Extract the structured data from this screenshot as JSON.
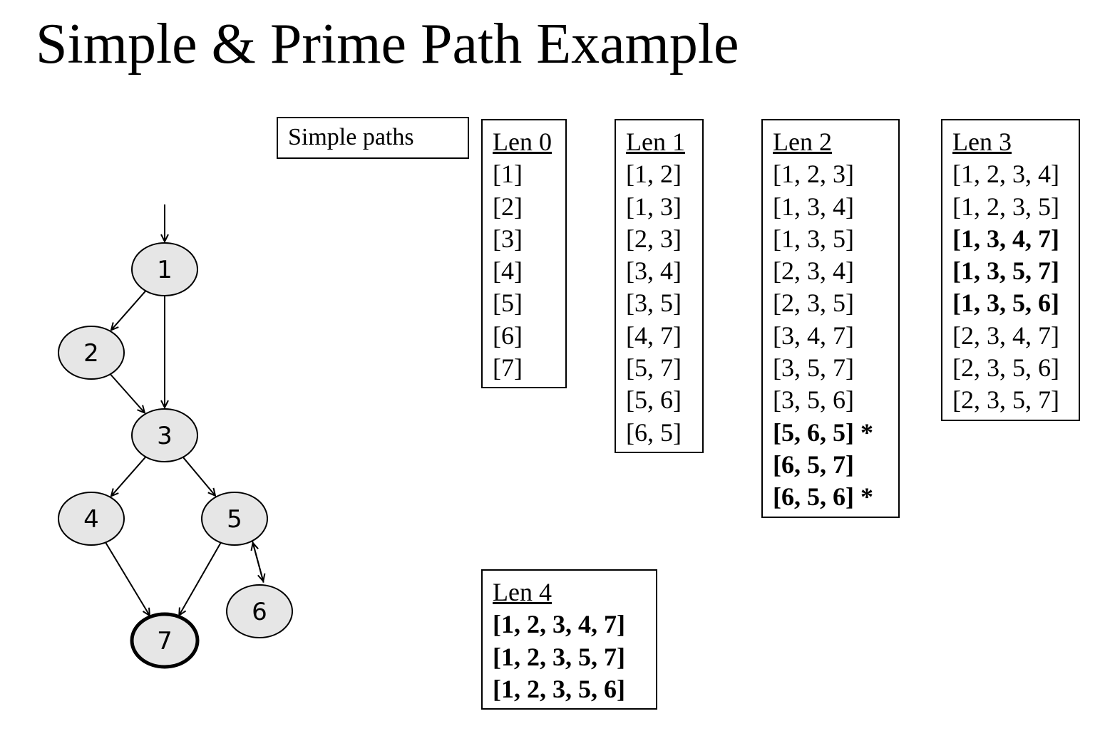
{
  "title": "Simple & Prime Path Example",
  "label": "Simple paths",
  "graph": {
    "nodes": [
      {
        "id": "1",
        "label": "1",
        "final": false
      },
      {
        "id": "2",
        "label": "2",
        "final": false
      },
      {
        "id": "3",
        "label": "3",
        "final": false
      },
      {
        "id": "4",
        "label": "4",
        "final": false
      },
      {
        "id": "5",
        "label": "5",
        "final": false
      },
      {
        "id": "6",
        "label": "6",
        "final": false
      },
      {
        "id": "7",
        "label": "7",
        "final": true
      }
    ],
    "initial": "1",
    "edges": [
      [
        "1",
        "2"
      ],
      [
        "1",
        "3"
      ],
      [
        "2",
        "3"
      ],
      [
        "3",
        "4"
      ],
      [
        "3",
        "5"
      ],
      [
        "4",
        "7"
      ],
      [
        "5",
        "7"
      ],
      [
        "5",
        "6"
      ],
      [
        "6",
        "5"
      ]
    ]
  },
  "columns": [
    {
      "id": "len0",
      "header": "Len 0",
      "rows": [
        {
          "text": "[1]",
          "prime": false
        },
        {
          "text": "[2]",
          "prime": false
        },
        {
          "text": "[3]",
          "prime": false
        },
        {
          "text": "[4]",
          "prime": false
        },
        {
          "text": "[5]",
          "prime": false
        },
        {
          "text": "[6]",
          "prime": false
        },
        {
          "text": "[7]",
          "prime": false
        }
      ]
    },
    {
      "id": "len1",
      "header": "Len 1",
      "rows": [
        {
          "text": "[1, 2]",
          "prime": false
        },
        {
          "text": "[1, 3]",
          "prime": false
        },
        {
          "text": "[2, 3]",
          "prime": false
        },
        {
          "text": "[3, 4]",
          "prime": false
        },
        {
          "text": "[3, 5]",
          "prime": false
        },
        {
          "text": "[4, 7]",
          "prime": false
        },
        {
          "text": "[5, 7]",
          "prime": false
        },
        {
          "text": "[5, 6]",
          "prime": false
        },
        {
          "text": "[6, 5]",
          "prime": false
        }
      ]
    },
    {
      "id": "len2",
      "header": "Len 2",
      "rows": [
        {
          "text": "[1, 2, 3]",
          "prime": false
        },
        {
          "text": "[1, 3, 4]",
          "prime": false
        },
        {
          "text": "[1, 3, 5]",
          "prime": false
        },
        {
          "text": "[2, 3, 4]",
          "prime": false
        },
        {
          "text": "[2, 3, 5]",
          "prime": false
        },
        {
          "text": "[3, 4, 7]",
          "prime": false
        },
        {
          "text": "[3, 5, 7]",
          "prime": false
        },
        {
          "text": "[3, 5, 6]",
          "prime": false
        },
        {
          "text": "[5, 6, 5]",
          "prime": true,
          "mark": " *"
        },
        {
          "text": "[6, 5, 7]",
          "prime": true
        },
        {
          "text": "[6, 5, 6]",
          "prime": true,
          "mark": " *"
        }
      ]
    },
    {
      "id": "len3",
      "header": "Len 3",
      "rows": [
        {
          "text": "[1, 2, 3, 4]",
          "prime": false
        },
        {
          "text": "[1, 2, 3, 5]",
          "prime": false
        },
        {
          "text": "[1, 3, 4, 7]",
          "prime": true
        },
        {
          "text": "[1, 3, 5, 7]",
          "prime": true
        },
        {
          "text": "[1, 3, 5, 6]",
          "prime": true
        },
        {
          "text": "[2, 3, 4, 7]",
          "prime": false
        },
        {
          "text": "[2, 3, 5, 6]",
          "prime": false
        },
        {
          "text": "[2, 3, 5, 7]",
          "prime": false
        }
      ]
    },
    {
      "id": "len4",
      "header": "Len 4",
      "rows": [
        {
          "text": "[1, 2, 3, 4, 7]",
          "prime": true
        },
        {
          "text": "[1, 2, 3, 5, 7]",
          "prime": true
        },
        {
          "text": "[1, 2, 3, 5, 6]",
          "prime": true
        }
      ]
    }
  ],
  "colors": {
    "node_fill": "#e6e6e6",
    "stroke": "#000000",
    "background": "#ffffff"
  }
}
